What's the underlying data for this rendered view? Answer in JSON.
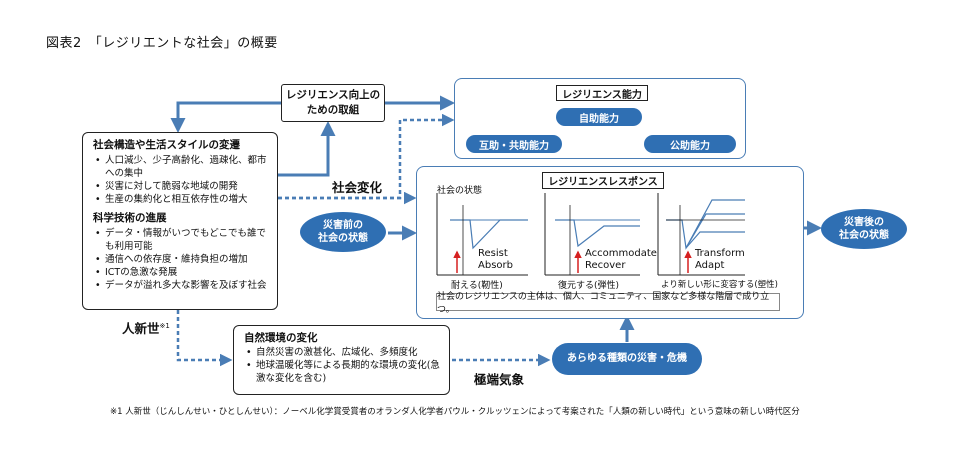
{
  "figure_title": "図表2　「レジリエントな社会」の概要",
  "improve_box": {
    "line1": "レジリエンス向上の",
    "line2": "ための取組"
  },
  "society_box": {
    "heading1": "社会構造や生活スタイルの変遷",
    "items1": [
      "人口減少、少子高齢化、過疎化、都市への集中",
      "災害に対して脆弱な地域の開発",
      "生産の集約化と相互依存性の増大"
    ],
    "heading2": "科学技術の進展",
    "items2": [
      "データ・情報がいつでもどこでも誰でも利用可能",
      "通信への依存度・維持負担の増加",
      "ICTの急激な発展",
      "データが溢れ多大な影響を及ぼす社会"
    ]
  },
  "social_change_label": "社会変化",
  "anthropocene_label": "人新世",
  "anthropocene_mark": "※1",
  "capacity_panel": {
    "title": "レジリエンス能力",
    "self": "自助能力",
    "mutual": "互助・共助能力",
    "public": "公助能力"
  },
  "response_panel": {
    "title": "レジリエンスレスポンス",
    "y_label": "社会の状態",
    "graphs": [
      {
        "label_line1": "Resist",
        "label_line2": "Absorb",
        "caption": "耐える(靭性)"
      },
      {
        "label_line1": "Accommodate",
        "label_line2": "Recover",
        "caption": "復元する(弾性)"
      },
      {
        "label_line1": "Transform",
        "label_line2": "Adapt",
        "caption": "より新しい形に変容する(塑性)"
      }
    ],
    "note": "社会のレジリエンスの主体は、個人、コミュニティ、国家など多様な階層で成り立つ。"
  },
  "before_state": {
    "line1": "災害前の",
    "line2": "社会の状態"
  },
  "after_state": {
    "line1": "災害後の",
    "line2": "社会の状態"
  },
  "nature_box": {
    "heading": "自然環境の変化",
    "items": [
      "自然災害の激甚化、広域化、多頻度化",
      "地球温暖化等による長期的な環境の変化(急激な変化を含む)"
    ]
  },
  "extreme_weather_label": "極端気象",
  "disaster_pill": "あらゆる種類の災害・危機",
  "footnote": "※1 人新世（じんしんせい・ひとしんせい）：ノーベル化学賞受賞者のオランダ人化学者パウル・クルッツェンによって考案された「人類の新しい時代」という意味の新しい時代区分",
  "colors": {
    "accent": "#2f6fb3",
    "arrow": "#4a7db5",
    "red": "#d62020"
  }
}
